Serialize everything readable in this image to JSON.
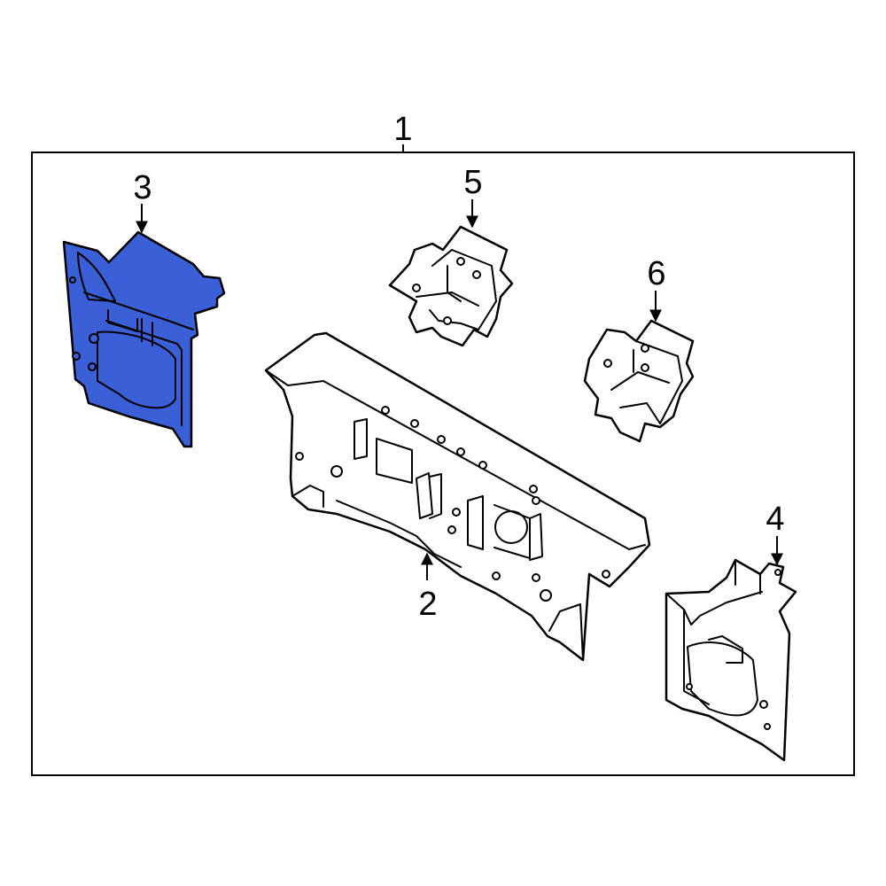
{
  "diagram": {
    "colors": {
      "highlight": "#3a5fd6",
      "line": "#000000",
      "background": "#ffffff"
    },
    "callouts": [
      {
        "id": "1",
        "label": "1"
      },
      {
        "id": "2",
        "label": "2"
      },
      {
        "id": "3",
        "label": "3"
      },
      {
        "id": "4",
        "label": "4"
      },
      {
        "id": "5",
        "label": "5"
      },
      {
        "id": "6",
        "label": "6"
      }
    ],
    "highlighted_part": "3"
  }
}
